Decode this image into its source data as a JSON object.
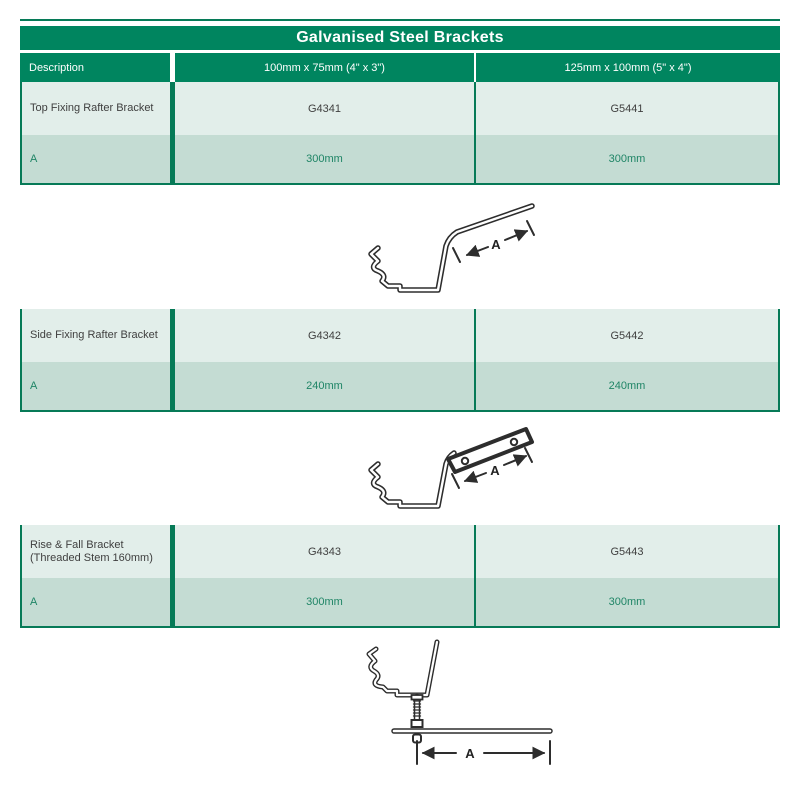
{
  "colors": {
    "brand_green": "#00855f",
    "separator_green": "#067a57",
    "row_light_bg": "#e2eeea",
    "row_accent_bg": "#c4dcd3",
    "value_text_green": "#1f8566"
  },
  "page": {
    "title": "Galvanised Steel Brackets"
  },
  "table": {
    "columns": [
      "Description",
      "100mm x 75mm (4\" x 3\")",
      "125mm x 100mm (5\" x 4\")"
    ],
    "sections": [
      {
        "product_line1": "Top Fixing Rafter Bracket",
        "product_line2": "",
        "codes": [
          "G4341",
          "G5441"
        ],
        "dim_label": "A",
        "dims": [
          "300mm",
          "300mm"
        ],
        "diagram_label": "A"
      },
      {
        "product_line1": "Side Fixing Rafter Bracket",
        "product_line2": "",
        "codes": [
          "G4342",
          "G5442"
        ],
        "dim_label": "A",
        "dims": [
          "240mm",
          "240mm"
        ],
        "diagram_label": "A"
      },
      {
        "product_line1": "Rise & Fall Bracket",
        "product_line2": "(Threaded Stem 160mm)",
        "codes": [
          "G4343",
          "G5443"
        ],
        "dim_label": "A",
        "dims": [
          "300mm",
          "300mm"
        ],
        "diagram_label": "A"
      }
    ]
  }
}
